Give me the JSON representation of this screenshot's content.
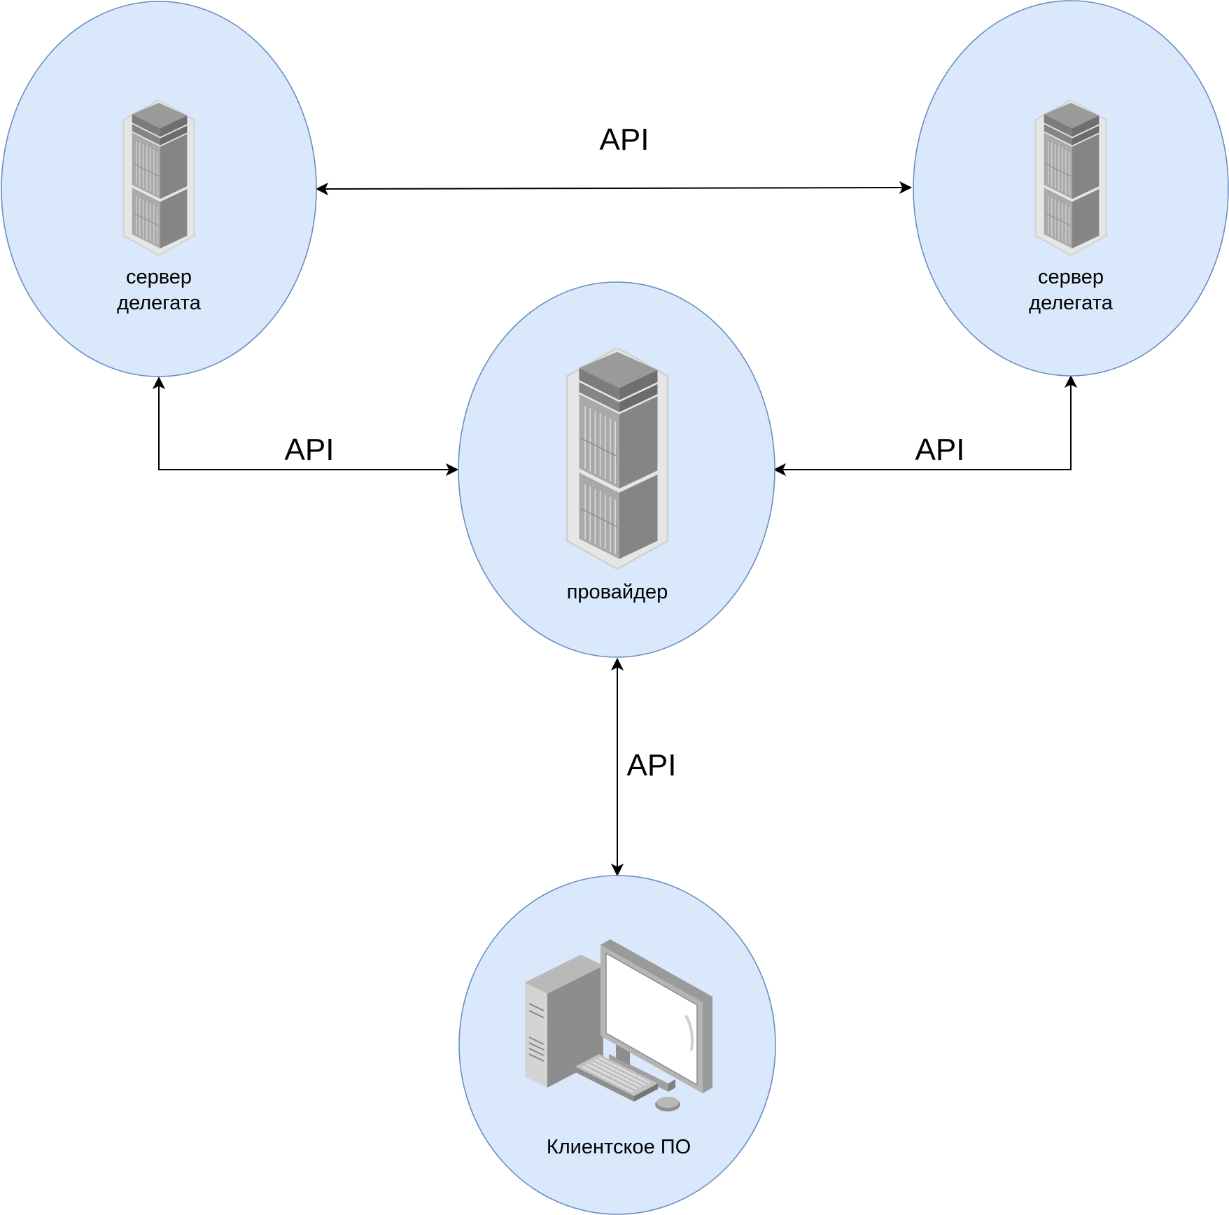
{
  "diagram": {
    "nodes": {
      "delegate_left": {
        "label_lines": [
          "сервер",
          "делегата"
        ],
        "icon": "server-rack-icon"
      },
      "delegate_right": {
        "label_lines": [
          "сервер",
          "делегата"
        ],
        "icon": "server-rack-icon"
      },
      "provider": {
        "label": "провайдер",
        "icon": "server-rack-icon"
      },
      "client": {
        "label": "Клиентское ПО",
        "icon": "desktop-computer-icon"
      }
    },
    "edges": [
      {
        "from": "delegate_left",
        "to": "delegate_right",
        "label": "API",
        "bidirectional": true
      },
      {
        "from": "delegate_left",
        "to": "provider",
        "label": "API",
        "bidirectional": true
      },
      {
        "from": "delegate_right",
        "to": "provider",
        "label": "API",
        "bidirectional": true
      },
      {
        "from": "provider",
        "to": "client",
        "label": "API",
        "bidirectional": true
      }
    ],
    "colors": {
      "node_fill": "#dae8fc",
      "node_stroke": "#6c8ebf",
      "edge": "#000000"
    }
  }
}
